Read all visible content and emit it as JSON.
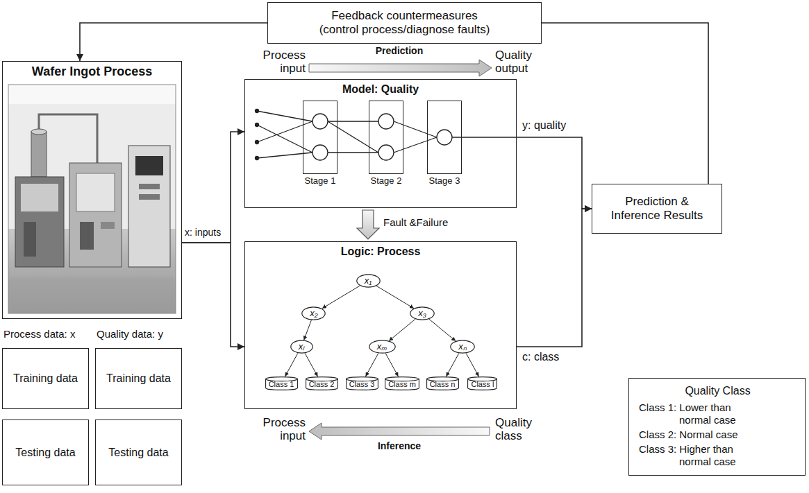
{
  "diagram": {
    "nodes": [
      {
        "text": [
          "Feedback countermeasures",
          "(control process/diagnose faults)"
        ]
      },
      {
        "text": [
          "Wafer Ingot Process"
        ]
      },
      {
        "text": [
          "Model: Quality"
        ]
      },
      {
        "text": [
          "Stage 1"
        ],
        "in": 2
      },
      {
        "text": [
          "Stage 2"
        ],
        "in": 2
      },
      {
        "text": [
          "Stage 3"
        ],
        "in": 2
      },
      {
        "text": [
          "Logic: Process"
        ]
      },
      {
        "text": [
          "x₁"
        ],
        "in": 6
      },
      {
        "text": [
          "x₂"
        ],
        "in": 6
      },
      {
        "text": [
          "x₃"
        ],
        "in": 6
      },
      {
        "text": [
          "xₗ"
        ],
        "in": 6
      },
      {
        "text": [
          "xₘ"
        ],
        "in": 6
      },
      {
        "text": [
          "xₙ"
        ],
        "in": 6
      },
      {
        "text": [
          "Class 1"
        ],
        "in": 6
      },
      {
        "text": [
          "Class 2"
        ],
        "in": 6
      },
      {
        "text": [
          "Class 3"
        ],
        "in": 6
      },
      {
        "text": [
          "Class m"
        ],
        "in": 6
      },
      {
        "text": [
          "Class n"
        ],
        "in": 6
      },
      {
        "text": [
          "Class l"
        ],
        "in": 6
      },
      {
        "text": [
          "Prediction & Inference Results"
        ]
      },
      {
        "text": [
          "Training data"
        ]
      },
      {
        "text": [
          "Training data"
        ]
      },
      {
        "text": [
          "Testing data"
        ]
      },
      {
        "text": [
          "Testing data"
        ]
      },
      {
        "text": [
          "Quality Class",
          "Class 1: Lower than normal case",
          "Class 2: Normal case",
          "Class 3: Higher than normal case"
        ]
      }
    ],
    "edges": [
      {
        "from": 0,
        "to": 1,
        "arrow": "to"
      },
      {
        "from": 1,
        "to": 2,
        "arrow": "to"
      },
      {
        "from": 1,
        "to": 6,
        "arrow": "to"
      },
      {
        "from": 2,
        "to": 6,
        "label": "Fault &Failure",
        "arrow": "to"
      },
      {
        "from": 2,
        "to": 19,
        "arrow": "to"
      },
      {
        "from": 6,
        "to": 19,
        "arrow": "to"
      },
      {
        "from": 19,
        "to": 0,
        "arrow": "none"
      },
      {
        "from": 7,
        "to": 8,
        "arrow": "to"
      },
      {
        "from": 7,
        "to": 9,
        "arrow": "to"
      },
      {
        "from": 8,
        "to": 10,
        "arrow": "to"
      },
      {
        "from": 9,
        "to": 11,
        "arrow": "to"
      },
      {
        "from": 9,
        "to": 12,
        "arrow": "to"
      },
      {
        "from": 10,
        "to": 13,
        "arrow": "to"
      },
      {
        "from": 10,
        "to": 14,
        "arrow": "to"
      },
      {
        "from": 11,
        "to": 15,
        "arrow": "to"
      },
      {
        "from": 11,
        "to": 16,
        "arrow": "to"
      },
      {
        "from": 12,
        "to": 17,
        "arrow": "to"
      },
      {
        "from": 12,
        "to": 18,
        "arrow": "to"
      }
    ],
    "labels": [
      "Process input",
      "Prediction",
      "Quality output",
      "y: quality",
      "x: inputs",
      "c: class",
      "Process data: x",
      "Quality data: y",
      "Process input",
      "Inference",
      "Quality class"
    ]
  }
}
